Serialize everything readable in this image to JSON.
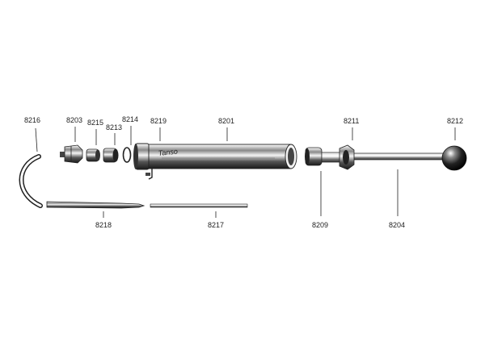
{
  "parts": {
    "p8216": "8216",
    "p8203": "8203",
    "p8215": "8215",
    "p8213": "8213",
    "p8214": "8214",
    "p8219": "8219",
    "p8201": "8201",
    "p8211": "8211",
    "p8212": "8212",
    "p8218": "8218",
    "p8217": "8217",
    "p8209": "8209",
    "p8204": "8204"
  },
  "barrel_logo": "Tanso",
  "colors": {
    "ink": "#222222",
    "paper": "#ffffff"
  }
}
